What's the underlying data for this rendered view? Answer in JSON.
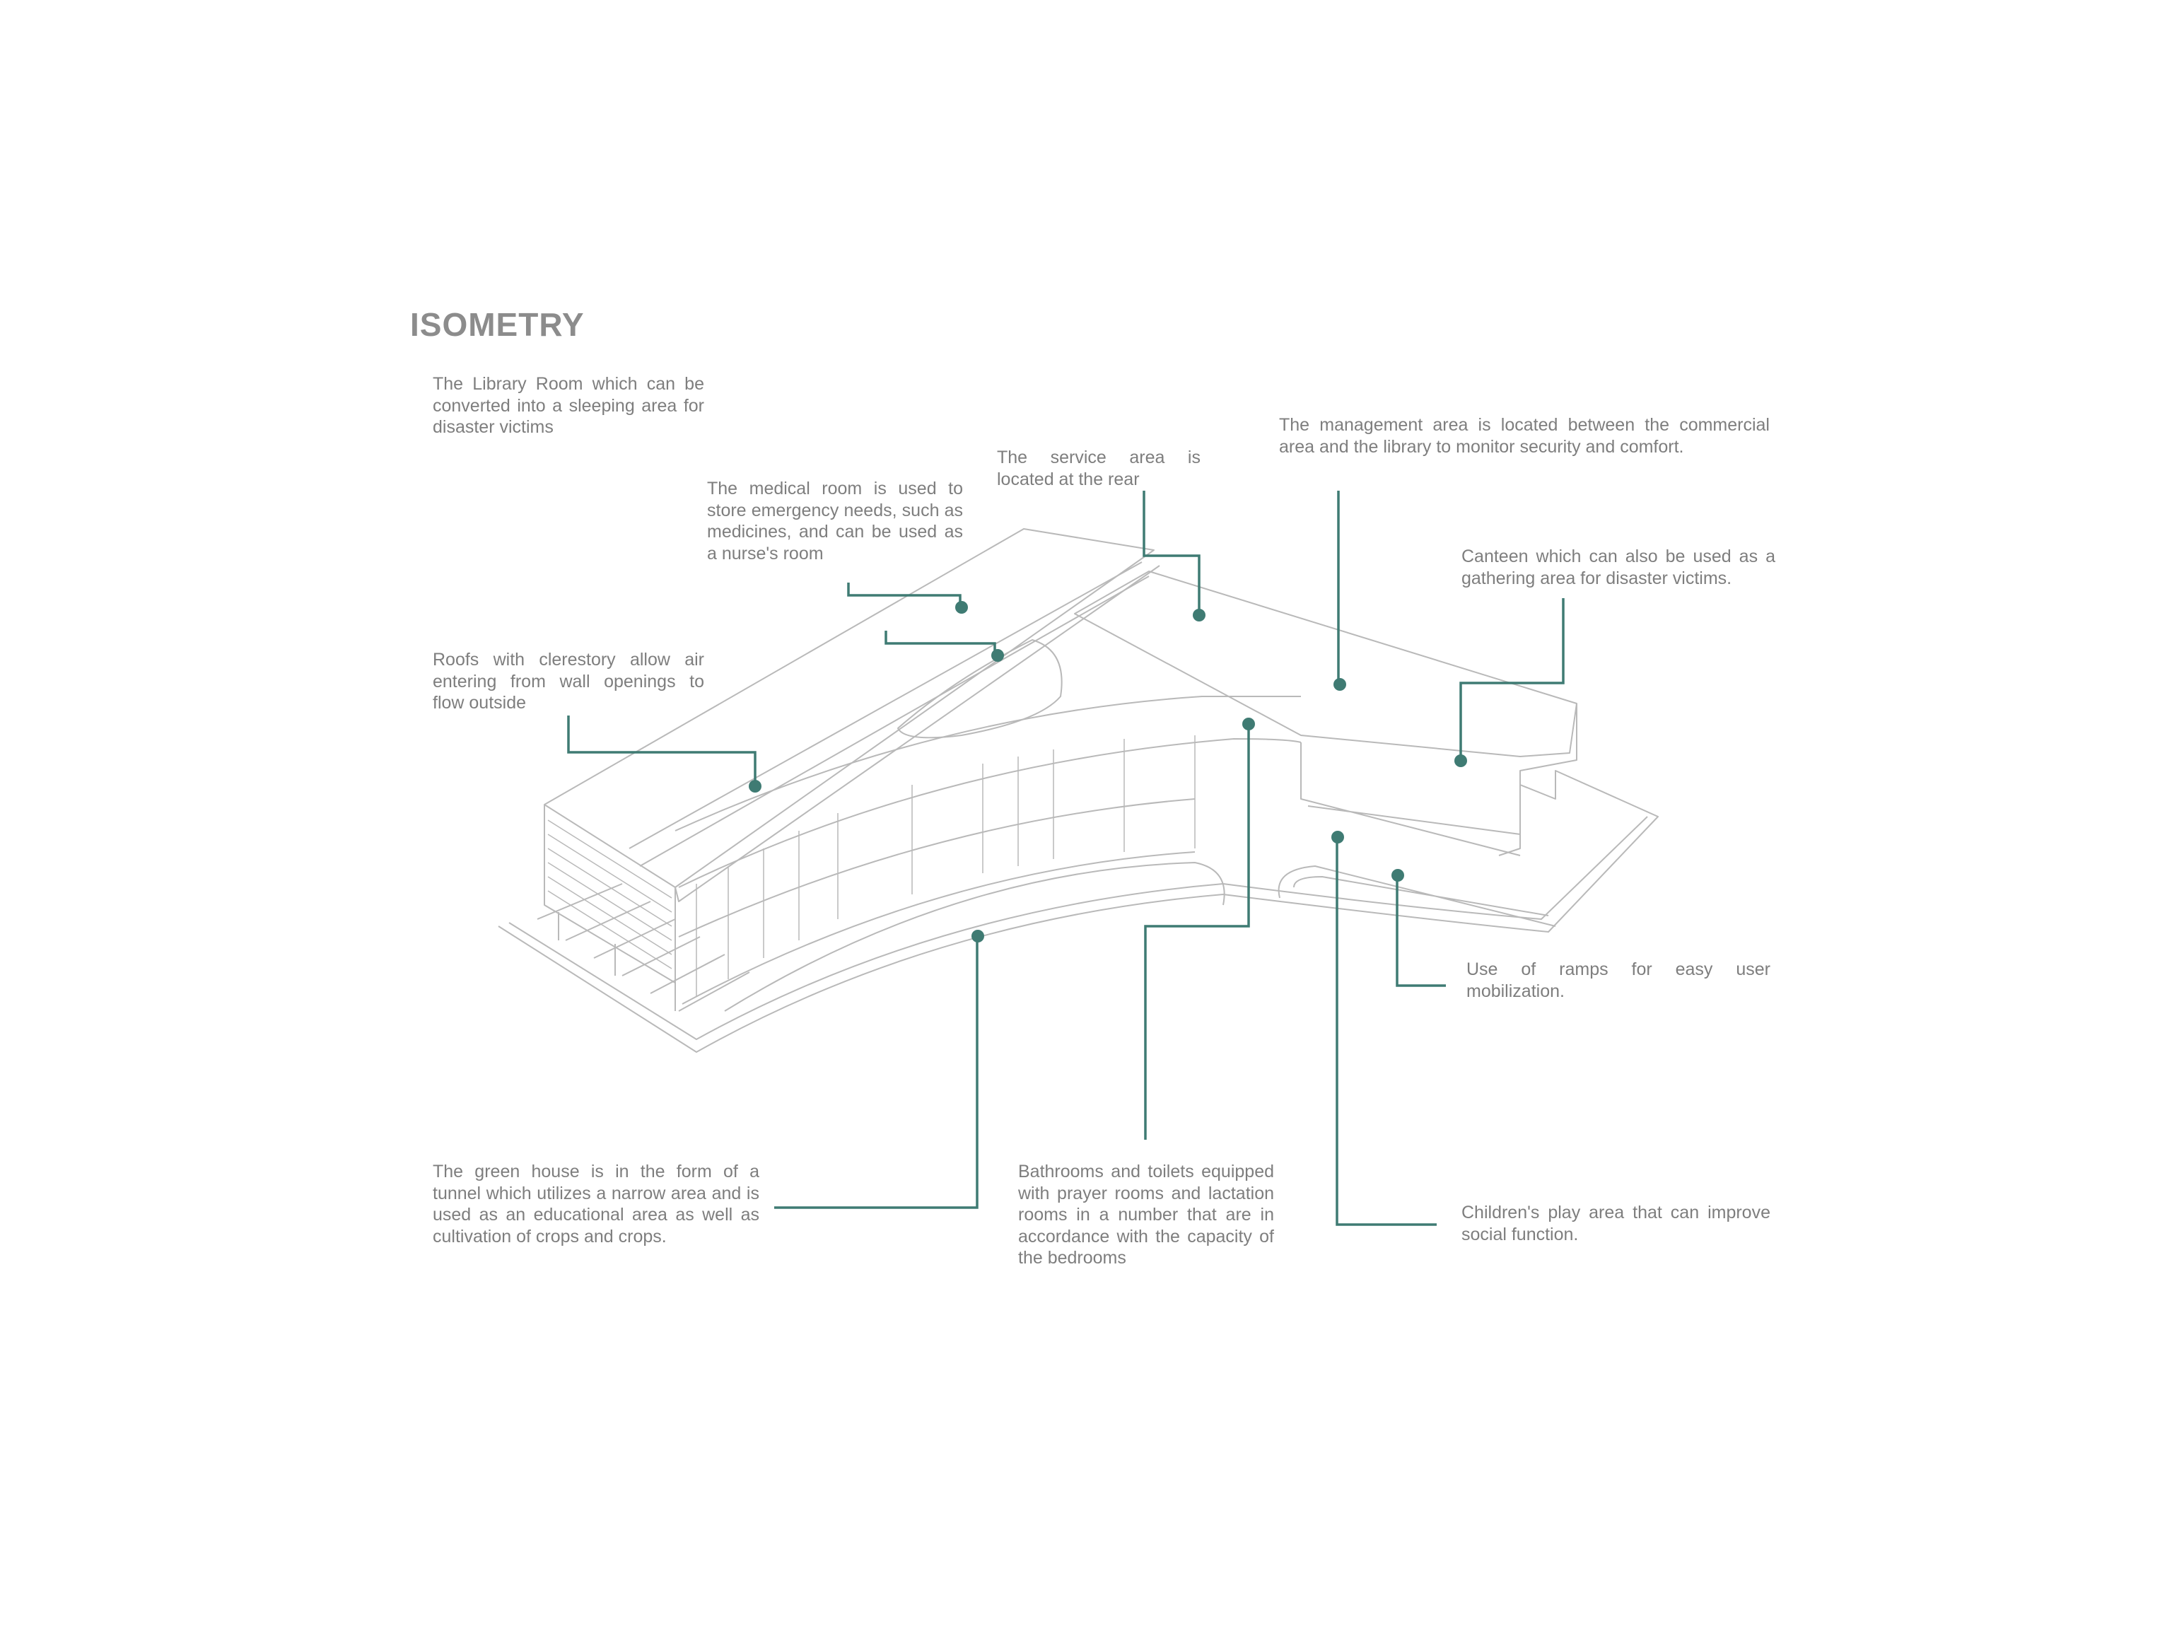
{
  "title": "ISOMETRY",
  "colors": {
    "accent": "#3f7b73",
    "text": "#7e7e7e",
    "title": "#8c8c8c",
    "drawing_line": "#b9b9b9"
  },
  "annotations": [
    {
      "id": "library",
      "text": "The Library Room which can be converted into a sleeping area for disaster victims"
    },
    {
      "id": "medical",
      "text": "The medical room is used to store emergency needs, such as medicines, and can be used as a nurse's room"
    },
    {
      "id": "service",
      "text": "The service area is located at the rear"
    },
    {
      "id": "management",
      "text": "The management area is located between the commercial area and the library to monitor security and comfort."
    },
    {
      "id": "canteen",
      "text": "Canteen which can also be used as a gathering area for disaster victims."
    },
    {
      "id": "roofs",
      "text": "Roofs with clerestory allow air entering from wall openings to flow outside"
    },
    {
      "id": "ramps",
      "text": "Use of ramps for easy user mobilization."
    },
    {
      "id": "greenhouse",
      "text": "The green house is in the form of a tunnel which utilizes a narrow area and is used as an educational area as well as cultivation of crops and crops."
    },
    {
      "id": "bathrooms",
      "text": "Bathrooms and toilets equipped with prayer rooms and lactation rooms in a number that are in accordance with the capacity of the bedrooms"
    },
    {
      "id": "playarea",
      "text": "Children's play area that can improve social function."
    }
  ]
}
